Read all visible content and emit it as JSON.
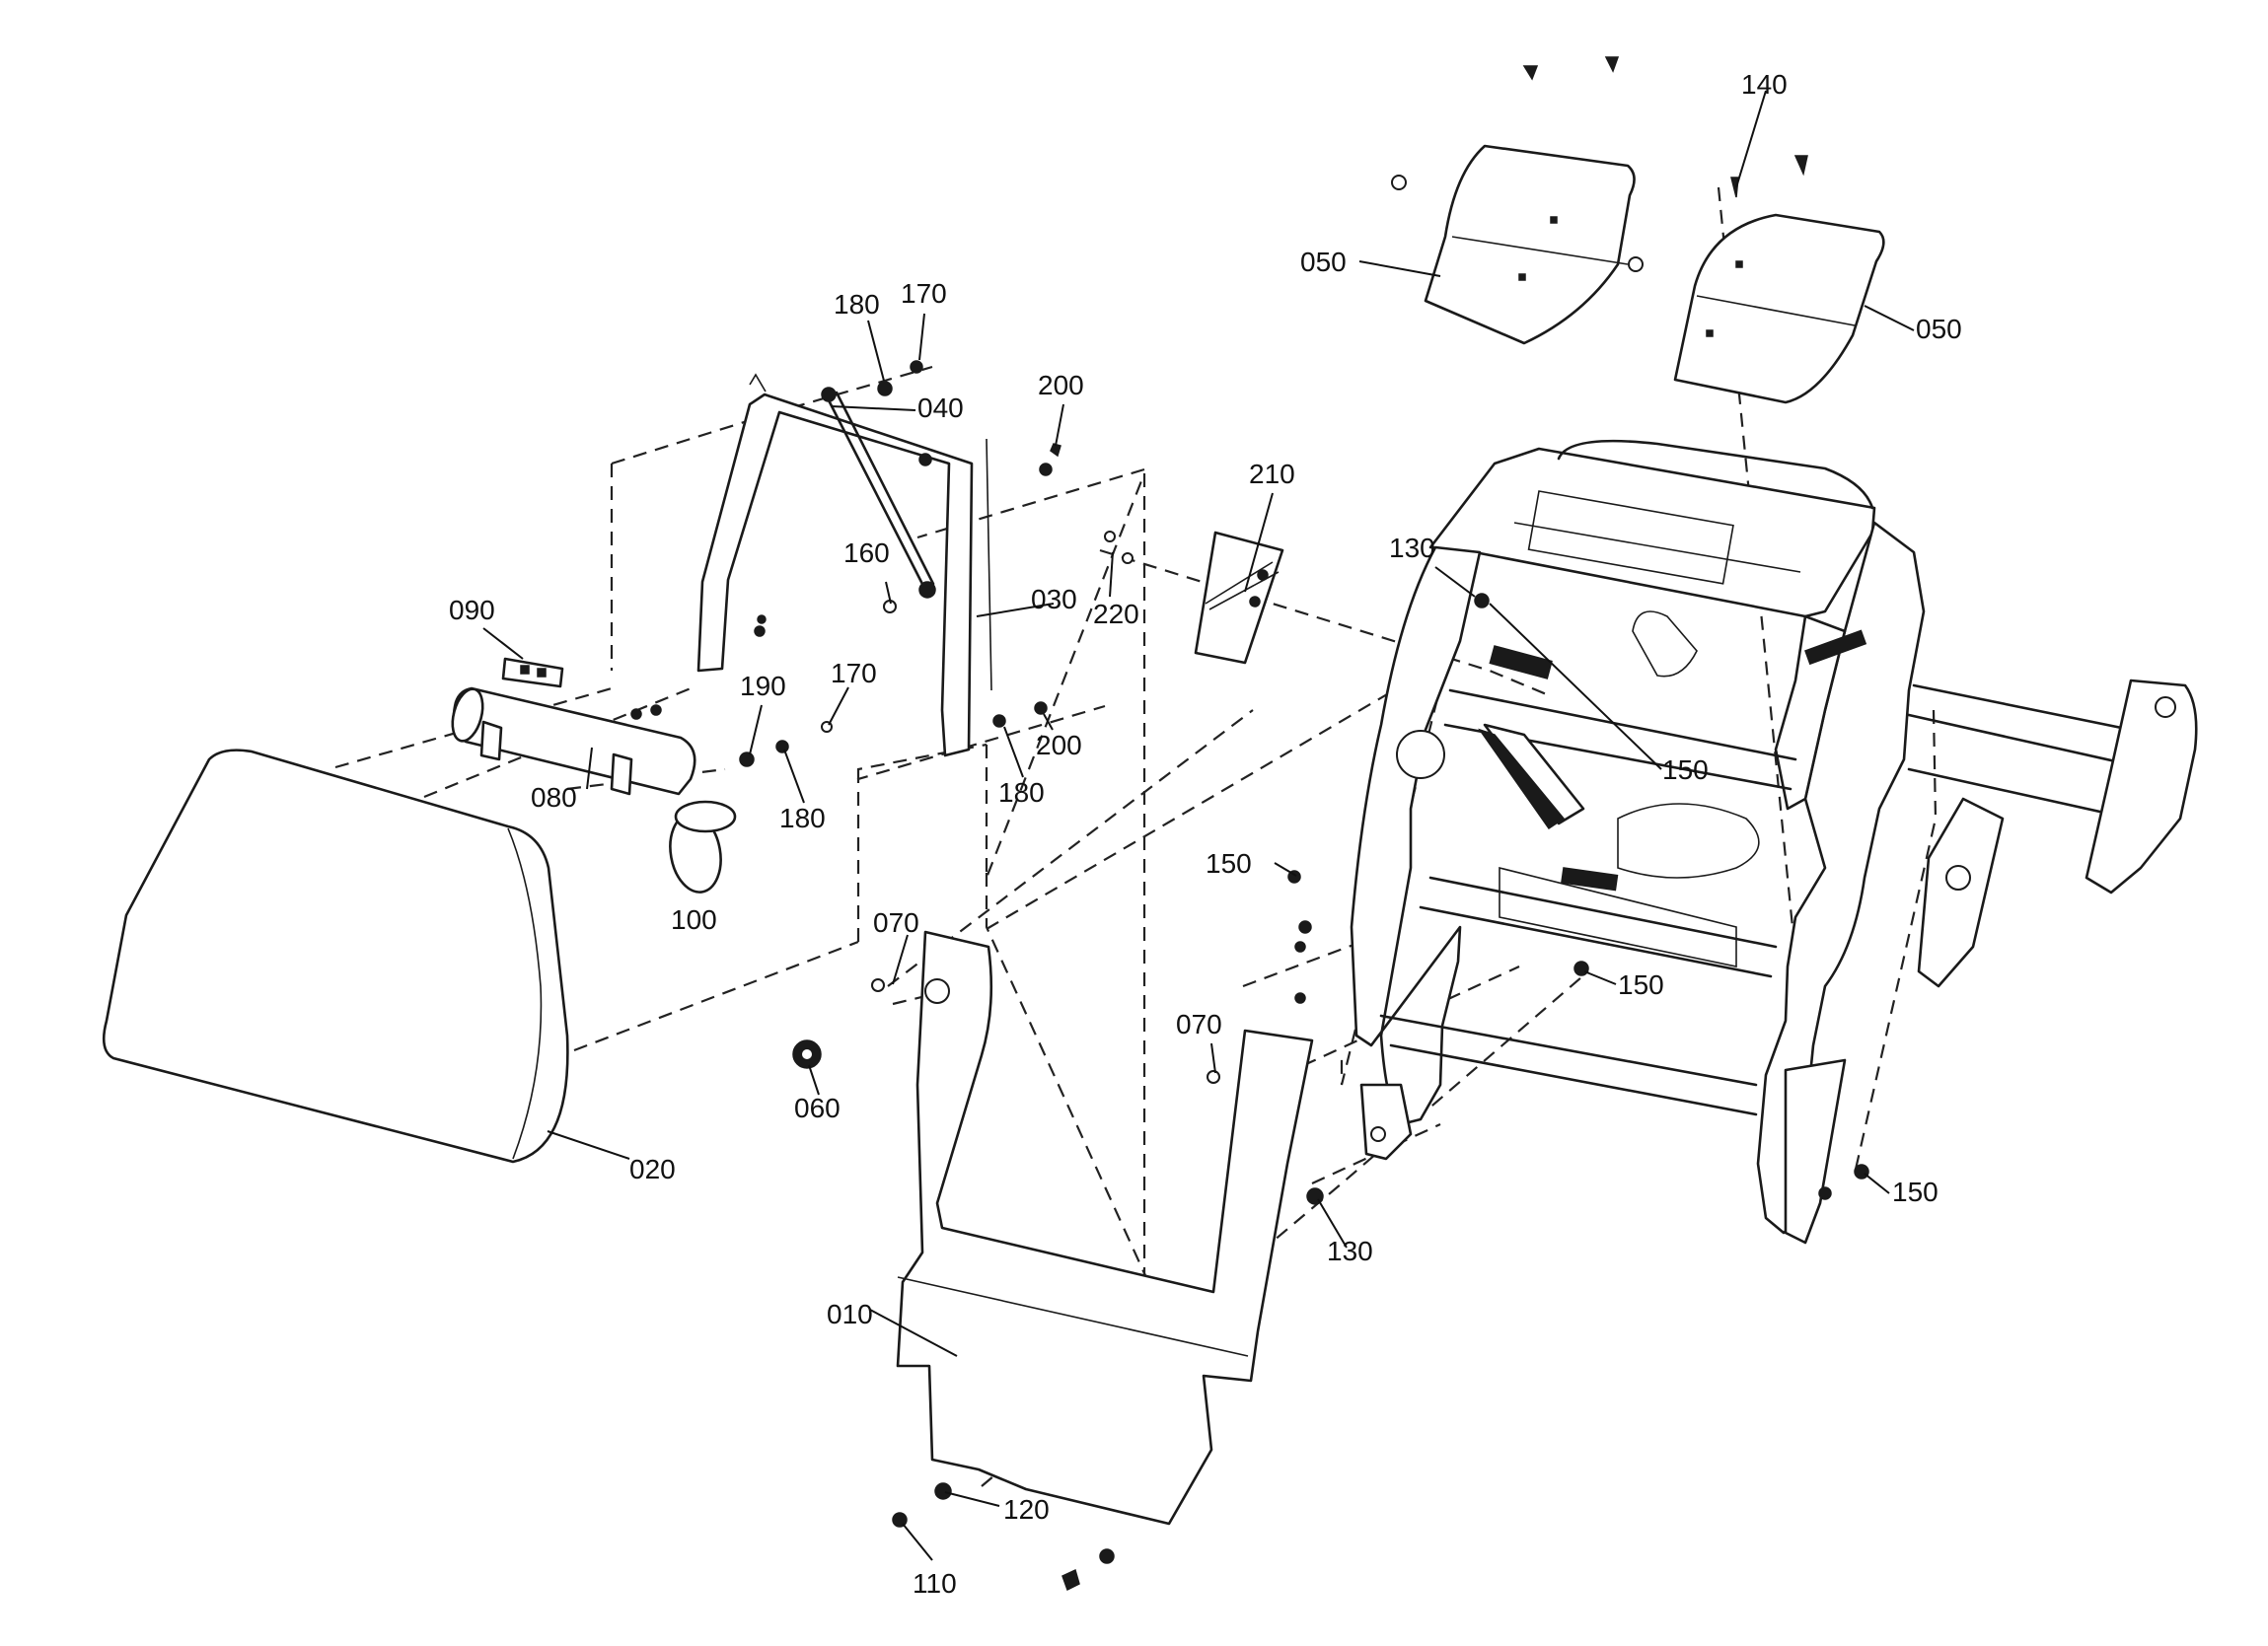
{
  "callouts": [
    {
      "id": "c140",
      "text": "140"
    },
    {
      "id": "c050a",
      "text": "050"
    },
    {
      "id": "c050b",
      "text": "050"
    },
    {
      "id": "c170a",
      "text": "170"
    },
    {
      "id": "c180a",
      "text": "180"
    },
    {
      "id": "c040",
      "text": "040"
    },
    {
      "id": "c200a",
      "text": "200"
    },
    {
      "id": "c210",
      "text": "210"
    },
    {
      "id": "c130a",
      "text": "130"
    },
    {
      "id": "c160",
      "text": "160"
    },
    {
      "id": "c030",
      "text": "030"
    },
    {
      "id": "c220",
      "text": "220"
    },
    {
      "id": "c090",
      "text": "090"
    },
    {
      "id": "c190",
      "text": "190"
    },
    {
      "id": "c170b",
      "text": "170"
    },
    {
      "id": "c200b",
      "text": "200"
    },
    {
      "id": "c180b",
      "text": "180"
    },
    {
      "id": "c180c",
      "text": "180"
    },
    {
      "id": "c080",
      "text": "080"
    },
    {
      "id": "c150a",
      "text": "150"
    },
    {
      "id": "c150b",
      "text": "150"
    },
    {
      "id": "c100",
      "text": "100"
    },
    {
      "id": "c070a",
      "text": "070"
    },
    {
      "id": "c150c",
      "text": "150"
    },
    {
      "id": "c070b",
      "text": "070"
    },
    {
      "id": "c060",
      "text": "060"
    },
    {
      "id": "c020",
      "text": "020"
    },
    {
      "id": "c150d",
      "text": "150"
    },
    {
      "id": "c130b",
      "text": "130"
    },
    {
      "id": "c010",
      "text": "010"
    },
    {
      "id": "c120",
      "text": "120"
    },
    {
      "id": "c110",
      "text": "110"
    }
  ]
}
